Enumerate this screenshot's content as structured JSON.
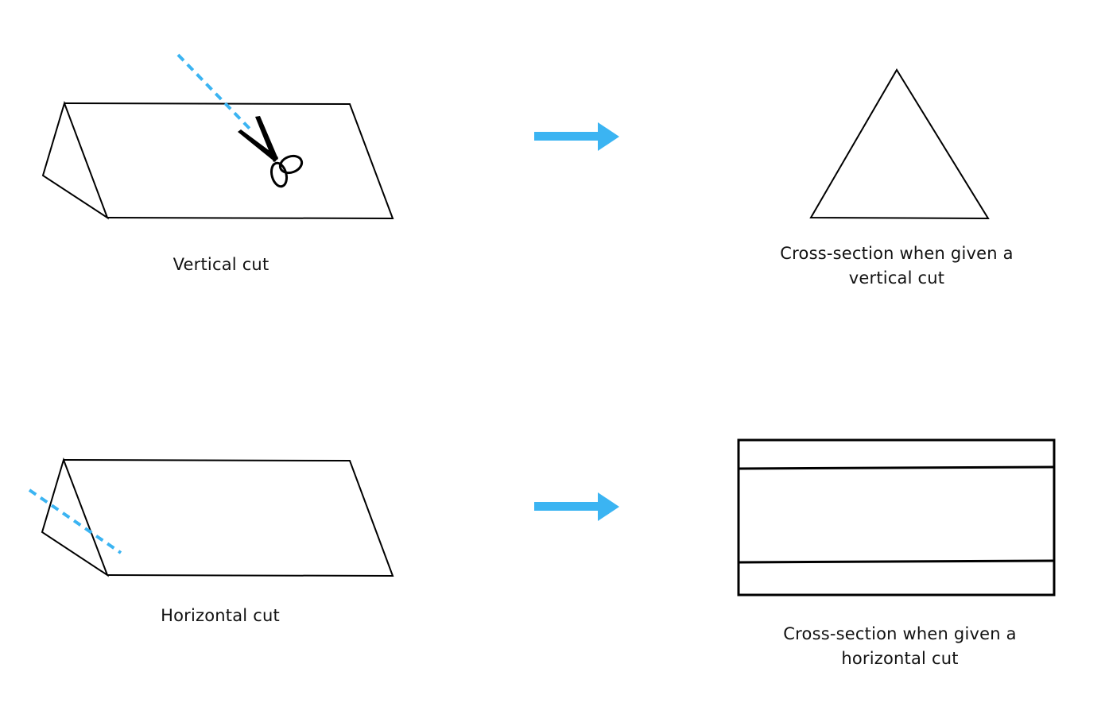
{
  "diagram": {
    "title": "Cross-sections of a triangular prism",
    "colors": {
      "outline": "#000000",
      "cut_line": "#3bb4f2",
      "arrow": "#3bb4f2",
      "background": "#ffffff"
    },
    "rows": [
      {
        "cut_type": "vertical",
        "prism_label": "Vertical cut",
        "tool_icon": "scissors-icon",
        "result_shape": "triangle",
        "result_label_line1": "Cross-section when given a",
        "result_label_line2": "vertical cut"
      },
      {
        "cut_type": "horizontal",
        "prism_label": "Horizontal cut",
        "result_shape": "rectangle",
        "result_label_line1": "Cross-section when given a",
        "result_label_line2": "horizontal cut"
      }
    ]
  }
}
